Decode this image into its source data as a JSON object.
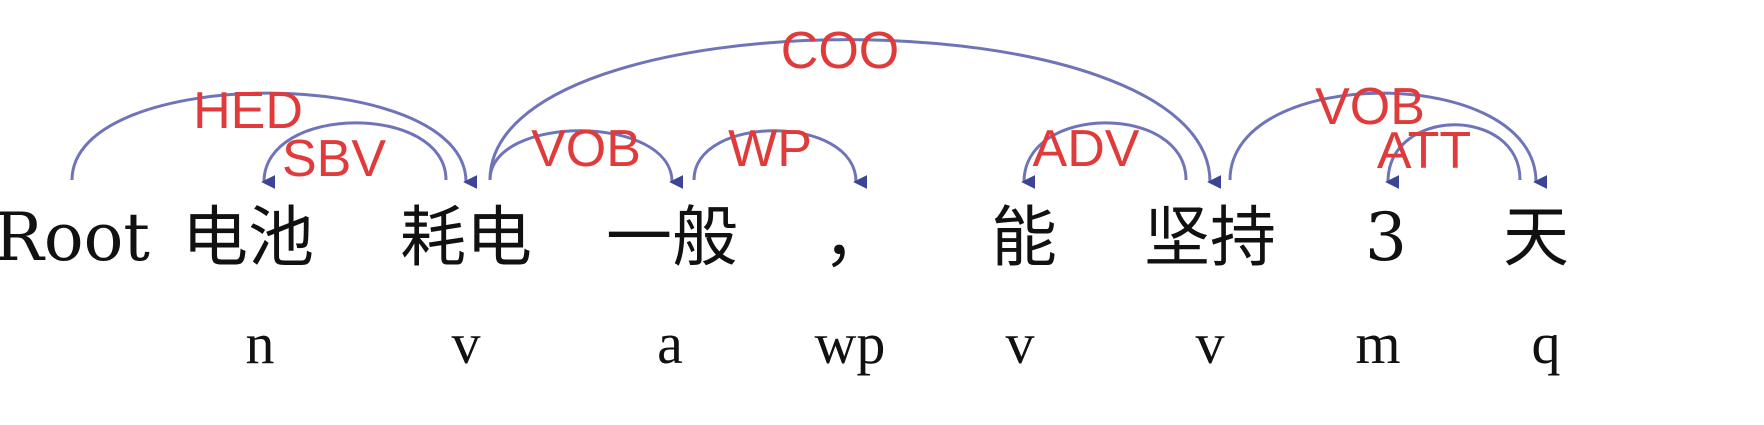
{
  "diagram": {
    "tokens": [
      {
        "word": "Root",
        "pos": ""
      },
      {
        "word": "电池",
        "pos": "n"
      },
      {
        "word": "耗电",
        "pos": "v"
      },
      {
        "word": "一般",
        "pos": "a"
      },
      {
        "word": "，",
        "pos": "wp"
      },
      {
        "word": "能",
        "pos": "v"
      },
      {
        "word": "坚持",
        "pos": "v"
      },
      {
        "word": "3",
        "pos": "m"
      },
      {
        "word": "天",
        "pos": "q"
      }
    ],
    "arcs": [
      {
        "label": "HED",
        "head": 0,
        "dependent": 2
      },
      {
        "label": "SBV",
        "head": 2,
        "dependent": 1
      },
      {
        "label": "COO",
        "head": 2,
        "dependent": 6
      },
      {
        "label": "VOB",
        "head": 2,
        "dependent": 3
      },
      {
        "label": "WP",
        "head": 3,
        "dependent": 4
      },
      {
        "label": "ADV",
        "head": 6,
        "dependent": 5
      },
      {
        "label": "VOB",
        "head": 6,
        "dependent": 8
      },
      {
        "label": "ATT",
        "head": 8,
        "dependent": 7
      }
    ],
    "colors": {
      "arc": "#6f74b8",
      "arrow": "#3b4496",
      "label": "#e03a3a",
      "text": "#111111"
    }
  }
}
